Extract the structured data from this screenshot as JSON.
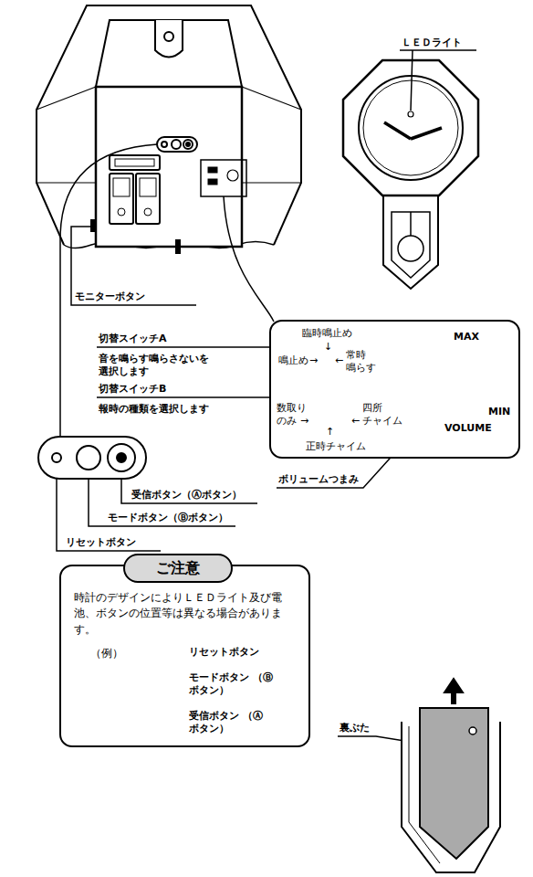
{
  "diagram": {
    "nodes": [
      {
        "text": [
          "臨時鳴止め",
          "↓",
          "鳴止め",
          "→",
          "←",
          "常時 鳴らす",
          "数取り のみ",
          "→",
          "←",
          "四所 チャイム",
          "↑",
          "正時チャイム",
          "MAX",
          "MIN",
          "VOLUME"
        ]
      },
      {
        "text": [
          "時計のデザインによりＬＥＤライト及び電池、ボタンの位置等は異なる場合があります。",
          "（例）",
          "リセットボタン",
          "モードボタン （Ⓑボタン）",
          "受信ボタン （Ⓐボタン）"
        ]
      },
      {
        "text": [
          "ご注意"
        ],
        "in": 1
      }
    ],
    "labels": [
      "ＬＥＤライト",
      "モニターボタン",
      "切替スイッチA",
      "音を鳴らす鳴らさないを 選択します",
      "切替スイッチB",
      "報時の種類を選択します",
      "ボリュームつまみ",
      "受信ボタン（Ⓐボタン）",
      "モードボタン（Ⓑボタン）",
      "リセットボタン",
      "裏ぶた"
    ]
  }
}
